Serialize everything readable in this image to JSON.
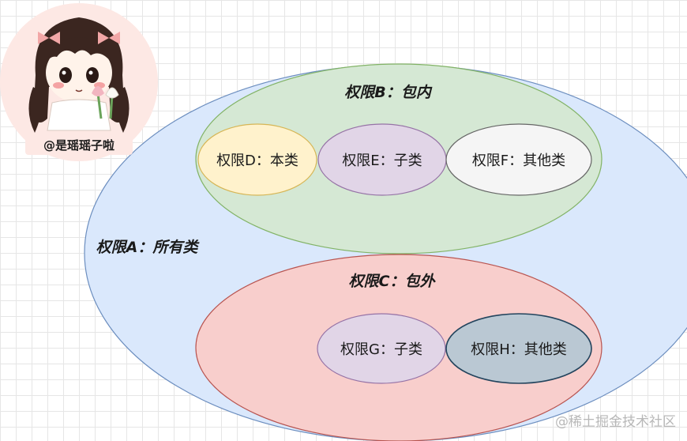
{
  "diagram": {
    "region_a": {
      "label": "权限A：所有类",
      "fill": "#dae8fc",
      "stroke": "#6c8ebf"
    },
    "region_b": {
      "label": "权限B：包内",
      "fill": "#d5e8d4",
      "stroke": "#82b366"
    },
    "region_c": {
      "label": "权限C：包外",
      "fill": "#f8cecc",
      "stroke": "#b85450"
    },
    "node_d": {
      "label": "权限D：本类",
      "fill": "#fff2cc",
      "stroke": "#d6b656"
    },
    "node_e": {
      "label": "权限E：子类",
      "fill": "#e1d5e7",
      "stroke": "#9673a6"
    },
    "node_f": {
      "label": "权限F：其他类",
      "fill": "#f5f5f5",
      "stroke": "#666666"
    },
    "node_g": {
      "label": "权限G：子类",
      "fill": "#e1d5e7",
      "stroke": "#9673a6"
    },
    "node_h": {
      "label": "权限H：其他类",
      "fill": "#bac8d3",
      "stroke": "#23445d"
    }
  },
  "avatar": {
    "caption": "@是瑶瑶子啦",
    "bg": "#fde8e4"
  },
  "watermark": {
    "text": "@稀土掘金技术社区"
  }
}
